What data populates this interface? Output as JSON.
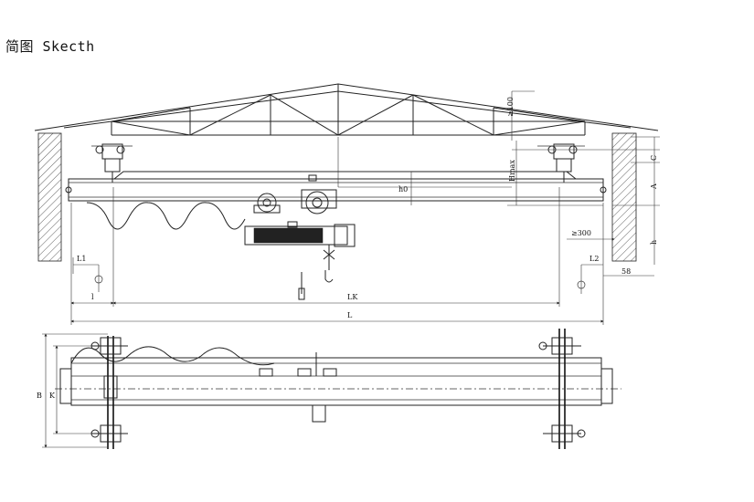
{
  "title": "简图 Skecth",
  "labels": {
    "h100": "≥100",
    "hmax": "Hmax",
    "h0": "h0",
    "C": "C",
    "A": "A",
    "h": "h",
    "gap300": "≥300",
    "L1": "L1",
    "L2": "L2",
    "d58": "58",
    "l": "l",
    "LK": "LK",
    "L": "L",
    "B": "B",
    "K": "K"
  }
}
